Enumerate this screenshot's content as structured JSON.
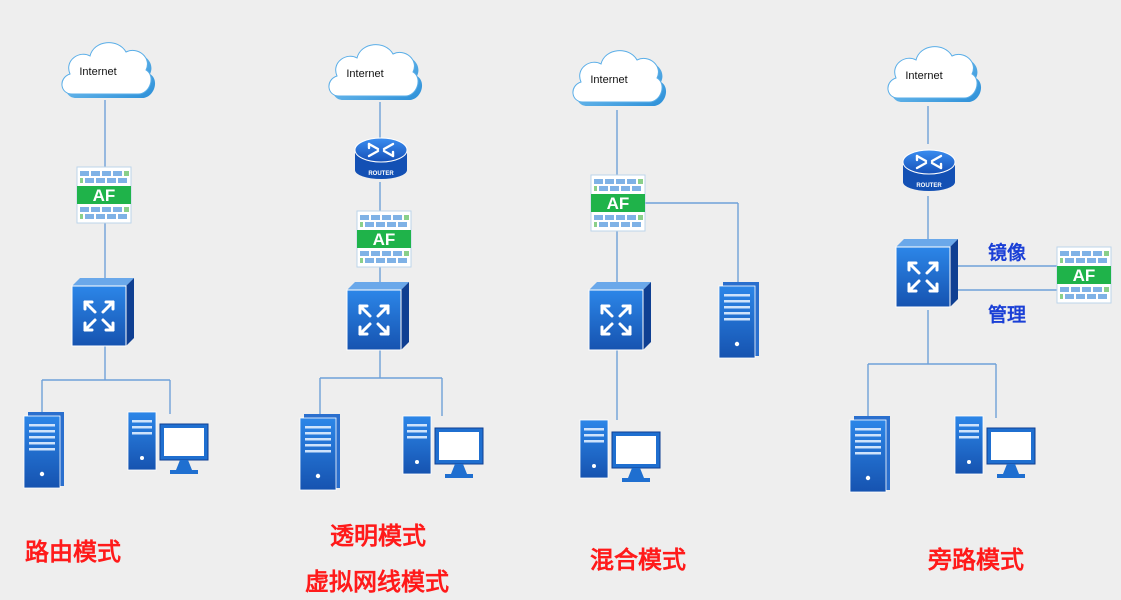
{
  "diagrams": [
    {
      "id": "routing",
      "caption": "路由模式",
      "cloud_label": "Internet",
      "af_label": "AF"
    },
    {
      "id": "transparent",
      "caption_line1": "透明模式",
      "caption_line2": "虚拟网线模式",
      "cloud_label": "Internet",
      "router_label": "ROUTER",
      "af_label": "AF"
    },
    {
      "id": "hybrid",
      "caption": "混合模式",
      "cloud_label": "Internet",
      "af_label": "AF"
    },
    {
      "id": "bypass",
      "caption": "旁路模式",
      "cloud_label": "Internet",
      "router_label": "ROUTER",
      "af_label": "AF",
      "mirror_label": "镜像",
      "manage_label": "管理"
    }
  ],
  "colors": {
    "caption": "#ff1a1a",
    "side_label": "#1a3fd6",
    "device_blue": "#1f6fd0",
    "af_green": "#1fb34a",
    "link_line": "#6fa0d8"
  }
}
